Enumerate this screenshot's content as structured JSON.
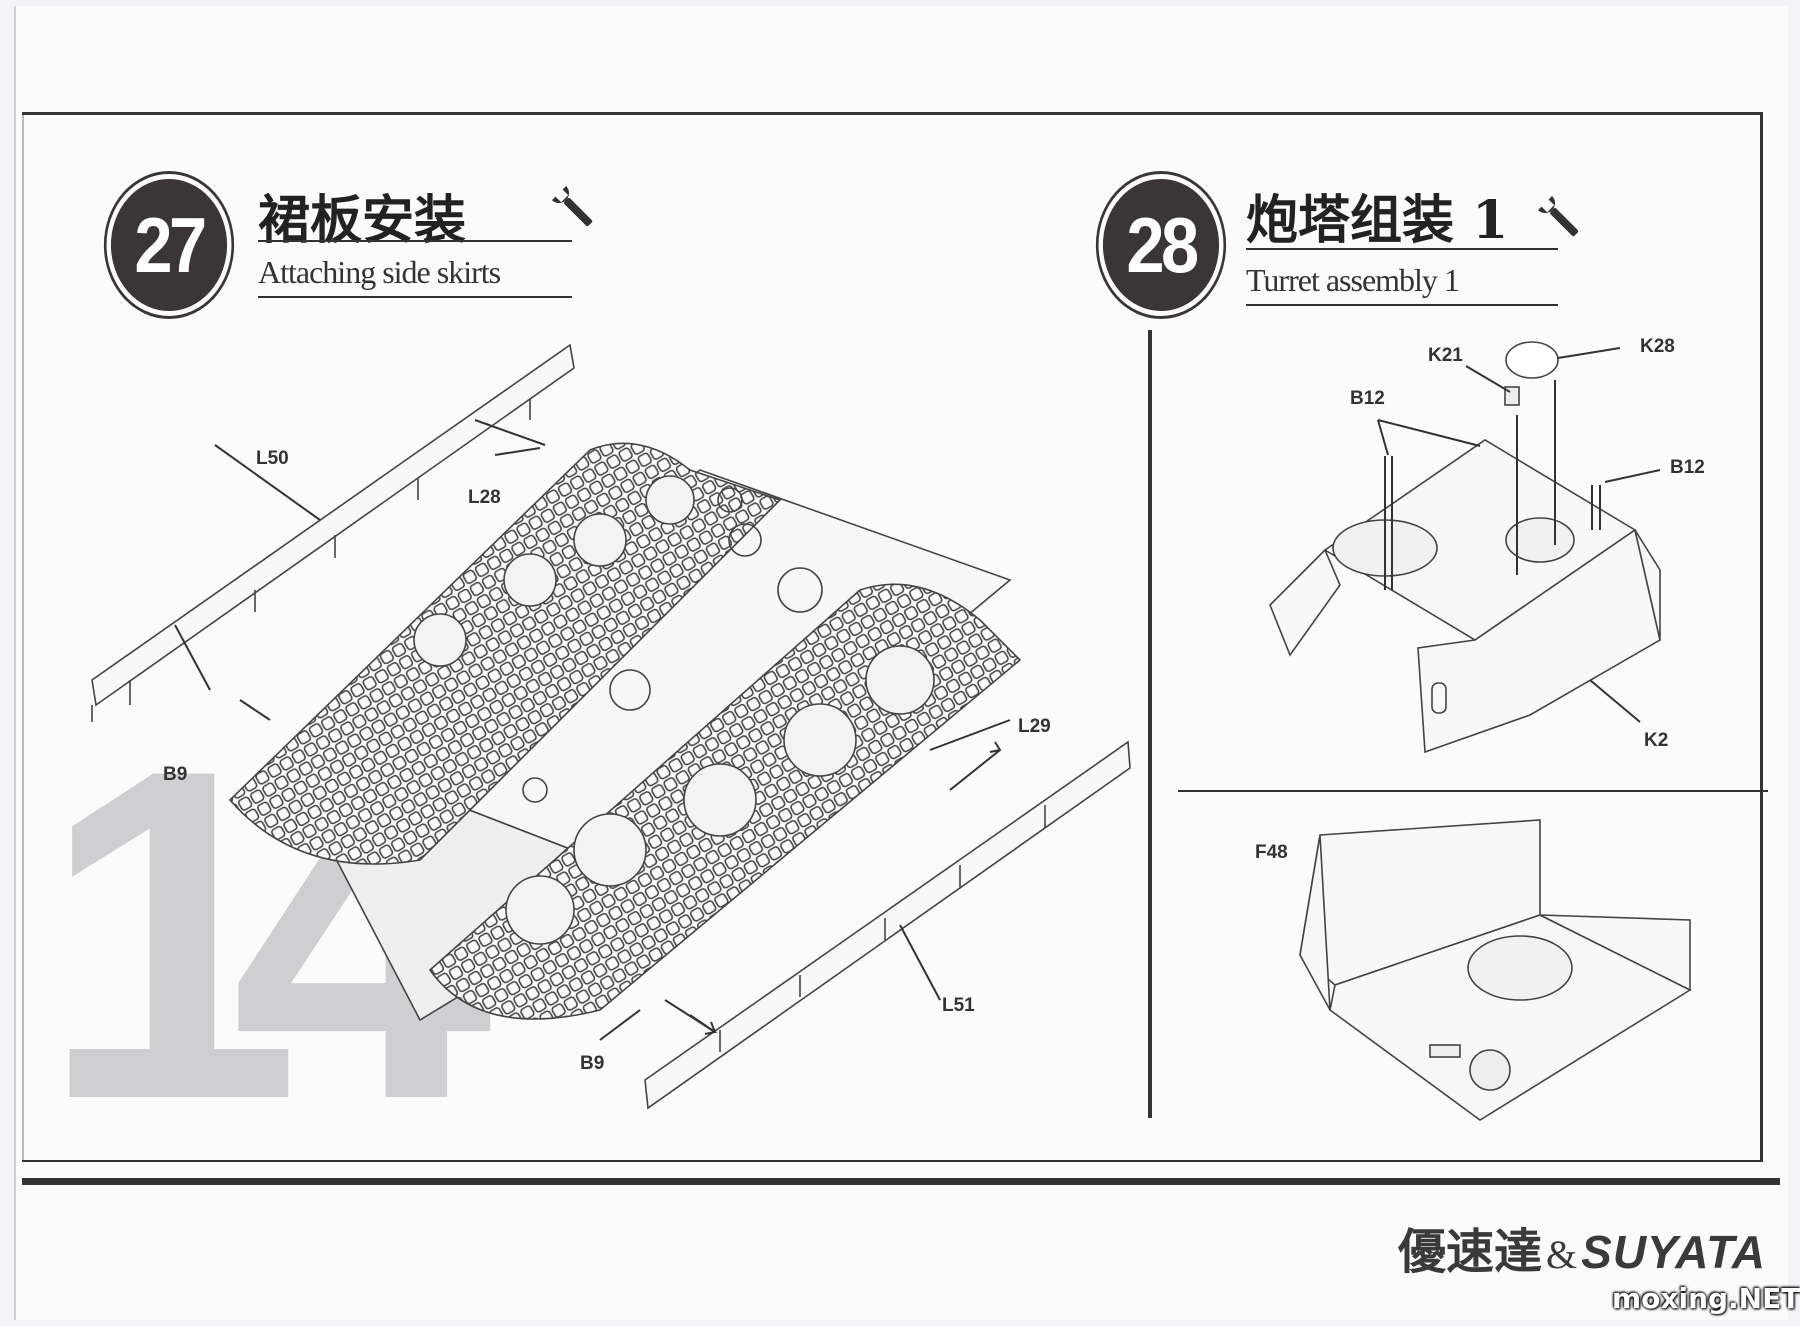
{
  "page": {
    "number": "14"
  },
  "step27": {
    "number": "27",
    "title_cn": "裙板安装",
    "title_en": "Attaching side skirts",
    "tool_icon": "wrench-icon",
    "labels": {
      "L50": "L50",
      "L28": "L28",
      "B9_left": "B9",
      "L29": "L29",
      "L51": "L51",
      "B9_bottom": "B9"
    }
  },
  "step28": {
    "number": "28",
    "title_cn": "炮塔组装 1",
    "title_en": "Turret assembly 1",
    "tool_icon": "wrench-icon",
    "labels": {
      "K21": "K21",
      "K28": "K28",
      "B12_left": "B12",
      "B12_right": "B12",
      "K2": "K2",
      "F48": "F48"
    }
  },
  "footer": {
    "brand_cn": "優速達",
    "brand_amp": "&",
    "brand_en": "SUYATA",
    "watermark": "moxing.NET"
  }
}
